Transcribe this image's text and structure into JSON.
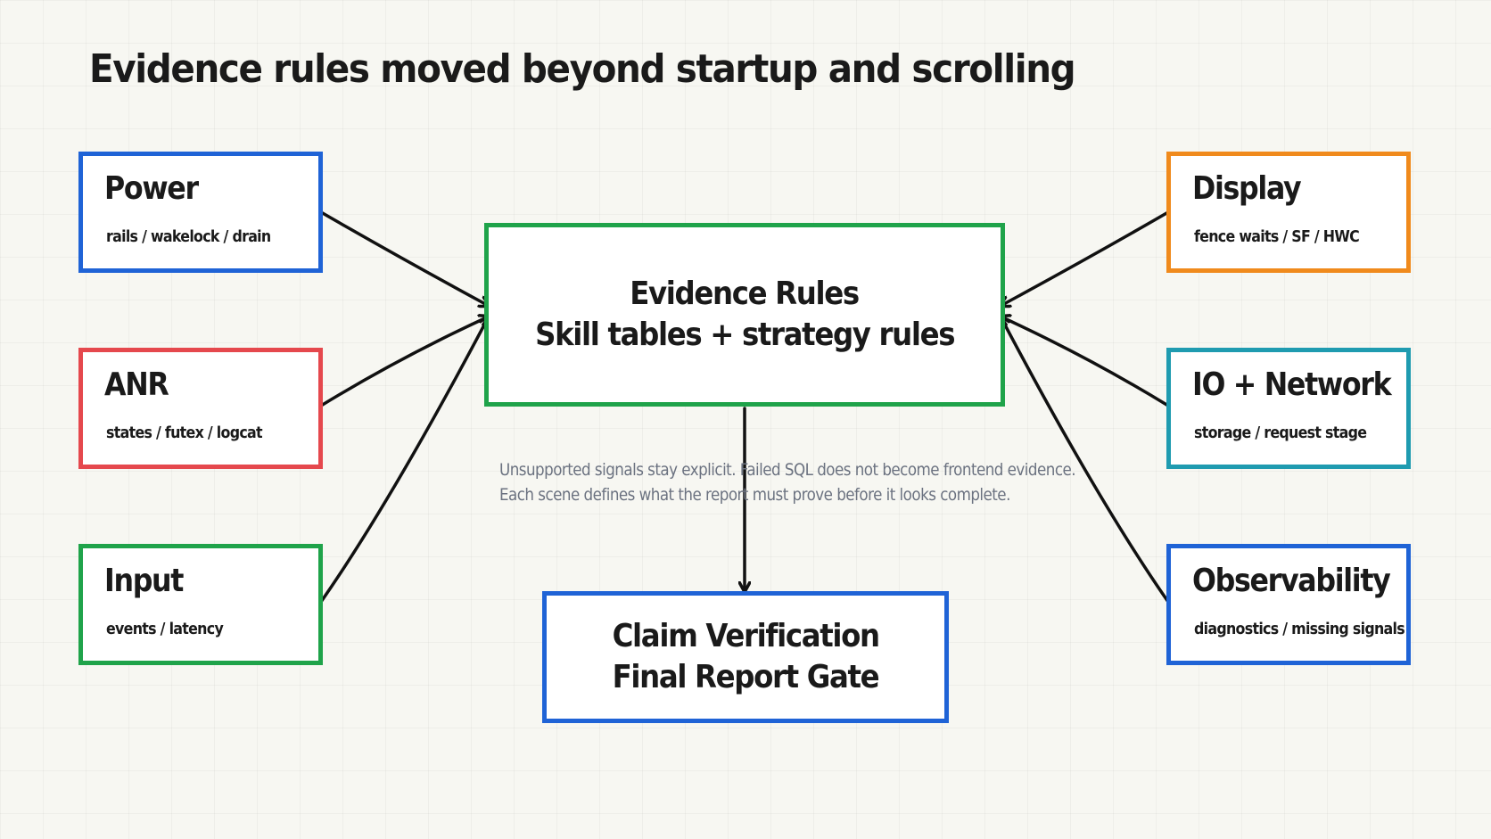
{
  "title": "Evidence rules moved beyond startup and scrolling",
  "colors": {
    "blue": "#1f63d6",
    "red": "#e5484d",
    "green": "#1fa34a",
    "orange": "#f08a1c",
    "teal": "#1f9bb0",
    "ink": "#111111",
    "note": "#6b7280"
  },
  "left_nodes": [
    {
      "label": "Power",
      "sub": "rails / wakelock / drain"
    },
    {
      "label": "ANR",
      "sub": "states / futex / logcat"
    },
    {
      "label": "Input",
      "sub": "events / latency"
    }
  ],
  "right_nodes": [
    {
      "label": "Display",
      "sub": "fence waits / SF / HWC"
    },
    {
      "label": "IO + Network",
      "sub": "storage / request stage"
    },
    {
      "label": "Observability",
      "sub": "diagnostics / missing signals"
    }
  ],
  "center": {
    "line1": "Evidence Rules",
    "line2": "Skill tables + strategy rules"
  },
  "bottom": {
    "line1": "Claim Verification",
    "line2": "Final Report Gate"
  },
  "note": {
    "line1": "Unsupported signals stay explicit. Failed SQL does not become frontend evidence.",
    "line2": "Each scene defines what the report must prove before it looks complete."
  }
}
